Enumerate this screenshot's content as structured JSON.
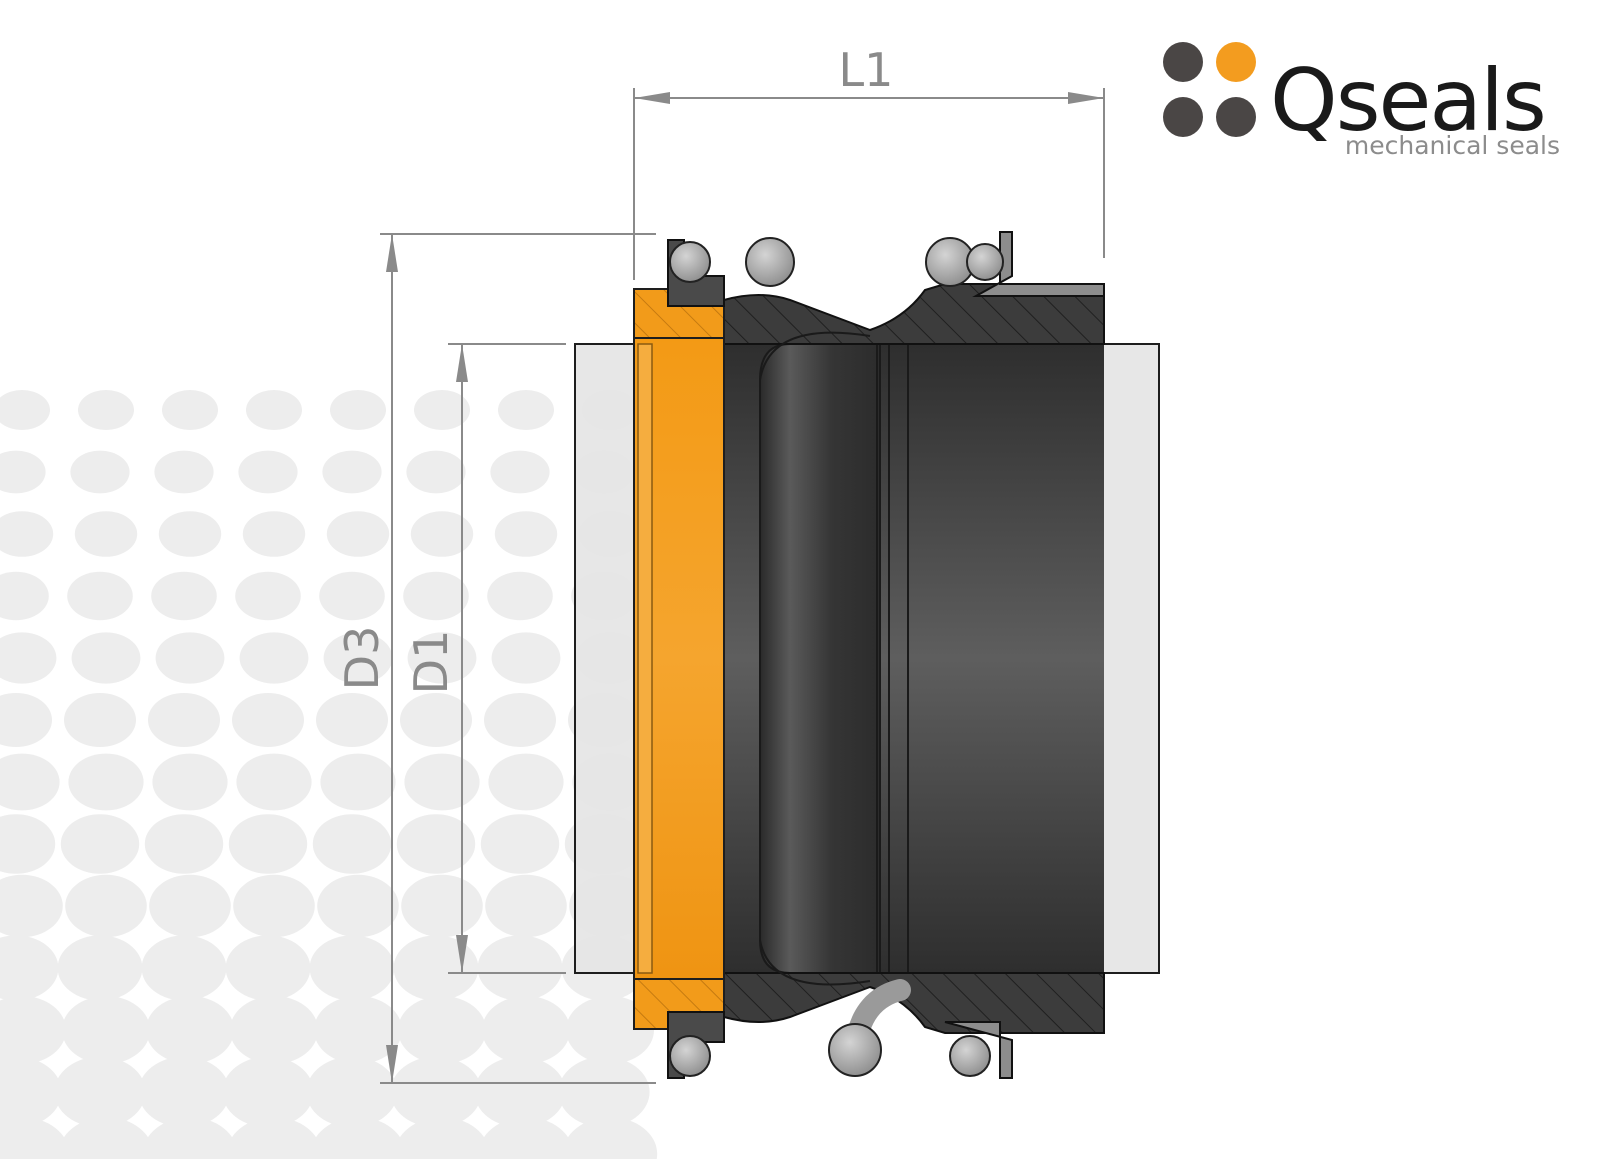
{
  "brand": {
    "name": "Qseals",
    "tagline": "mechanical seals",
    "colors": {
      "dark": "#4a4645",
      "accent": "#f39c1f"
    },
    "logo_icon": "four-dots-logo-icon"
  },
  "dimensions": {
    "length_label": "L1",
    "outer_diameter_label": "D3",
    "inner_diameter_label": "D1"
  },
  "colors": {
    "seal_body": "#3f3f3f",
    "seat_ring": "#f29b1a",
    "shaft": "#e4e4e4",
    "spring": "#a9a9a9",
    "dimension_lines": "#8a8a8a",
    "background_dots": "#ededed"
  }
}
